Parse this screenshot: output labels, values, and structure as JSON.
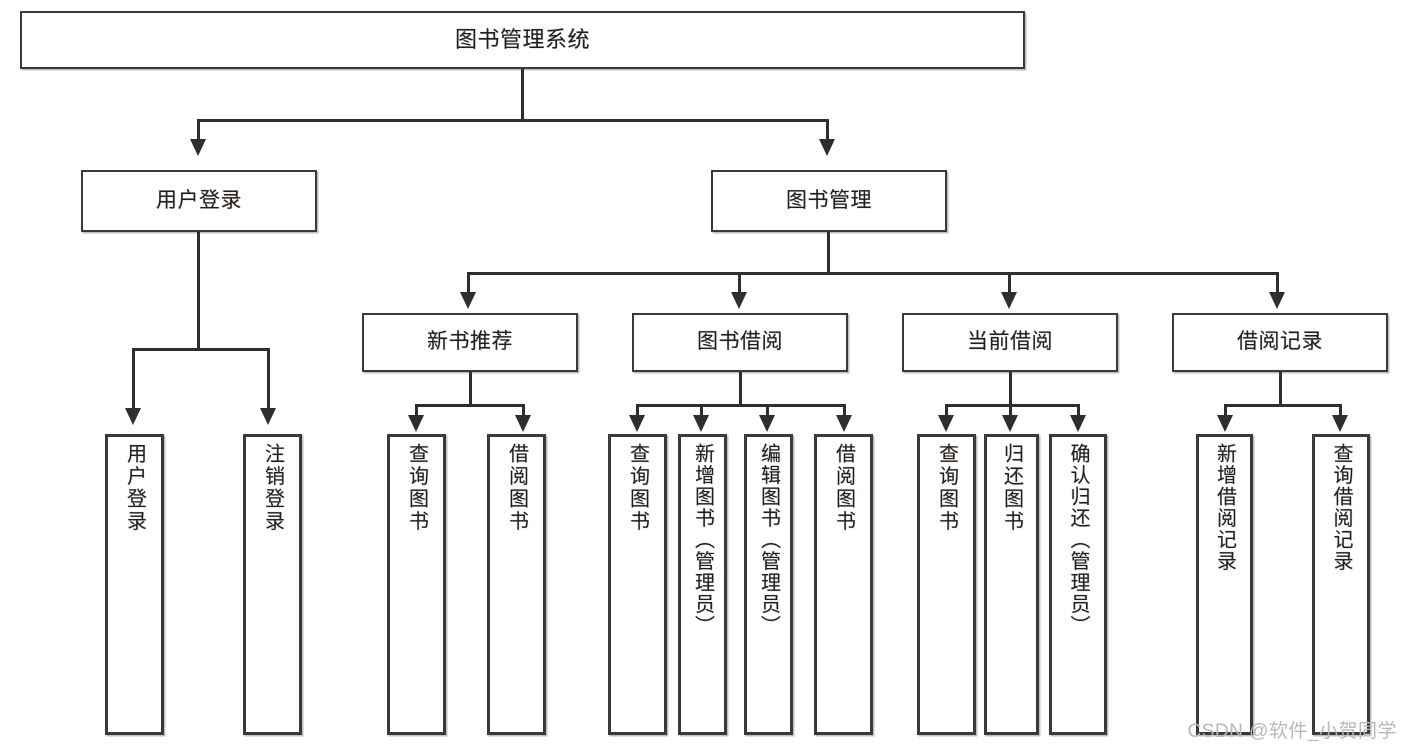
{
  "diagram": {
    "type": "tree-hierarchy",
    "title": "图书管理系统",
    "root": {
      "id": "root",
      "label": "图书管理系统"
    },
    "level2": [
      {
        "id": "user-login",
        "label": "用户登录"
      },
      {
        "id": "book-manage",
        "label": "图书管理"
      }
    ],
    "level3": [
      {
        "id": "new-book-rec",
        "label": "新书推荐"
      },
      {
        "id": "book-borrow",
        "label": "图书借阅"
      },
      {
        "id": "current-borrow",
        "label": "当前借阅"
      },
      {
        "id": "borrow-record",
        "label": "借阅记录"
      }
    ],
    "leaves": {
      "user_login": [
        {
          "id": "leaf-user-login",
          "label": "用户登录"
        },
        {
          "id": "leaf-user-logout",
          "label": "注销登录"
        }
      ],
      "new_book_rec": [
        {
          "id": "leaf-query-book-1",
          "label": "查询图书"
        },
        {
          "id": "leaf-borrow-book-1",
          "label": "借阅图书"
        }
      ],
      "book_borrow": [
        {
          "id": "leaf-query-book-2",
          "label": "查询图书"
        },
        {
          "id": "leaf-add-book",
          "label": "新增图书（管理员）"
        },
        {
          "id": "leaf-edit-book",
          "label": "编辑图书（管理员）"
        },
        {
          "id": "leaf-borrow-book-2",
          "label": "借阅图书"
        }
      ],
      "current_borrow": [
        {
          "id": "leaf-query-book-3",
          "label": "查询图书"
        },
        {
          "id": "leaf-return-book",
          "label": "归还图书"
        },
        {
          "id": "leaf-confirm-return",
          "label": "确认归还（管理员）"
        }
      ],
      "borrow_record": [
        {
          "id": "leaf-add-record",
          "label": "新增借阅记录"
        },
        {
          "id": "leaf-query-record",
          "label": "查询借阅记录"
        }
      ]
    }
  },
  "watermark": {
    "text": "CSDN @软件_小贺同学"
  },
  "colors": {
    "background": "#ffffff",
    "box_border": "#3a3a3a",
    "connector": "#2e2e2e",
    "text": "#1f1f1f",
    "watermark": "#b8b8b8"
  }
}
